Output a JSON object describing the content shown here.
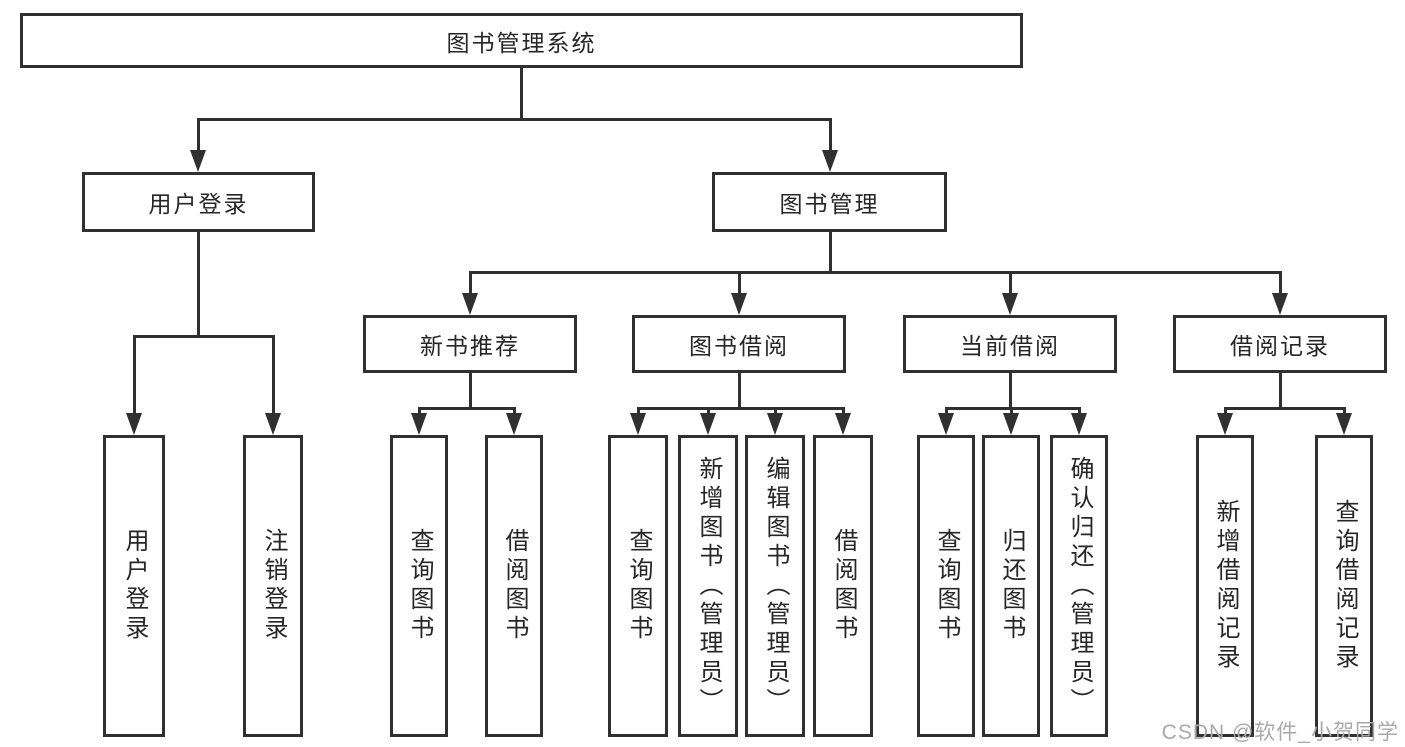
{
  "root": {
    "label": "图书管理系统"
  },
  "level2": [
    {
      "label": "用户登录"
    },
    {
      "label": "图书管理"
    }
  ],
  "level3": [
    {
      "label": "新书推荐"
    },
    {
      "label": "图书借阅"
    },
    {
      "label": "当前借阅"
    },
    {
      "label": "借阅记录"
    }
  ],
  "leaves": [
    {
      "label": "用户登录",
      "parent": "用户登录"
    },
    {
      "label": "注销登录",
      "parent": "用户登录"
    },
    {
      "label": "查询图书",
      "parent": "新书推荐"
    },
    {
      "label": "借阅图书",
      "parent": "新书推荐"
    },
    {
      "label": "查询图书",
      "parent": "图书借阅"
    },
    {
      "label": "新增图书（管理员）",
      "parent": "图书借阅"
    },
    {
      "label": "编辑图书（管理员）",
      "parent": "图书借阅"
    },
    {
      "label": "借阅图书",
      "parent": "图书借阅"
    },
    {
      "label": "查询图书",
      "parent": "当前借阅"
    },
    {
      "label": "归还图书",
      "parent": "当前借阅"
    },
    {
      "label": "确认归还（管理员）",
      "parent": "当前借阅"
    },
    {
      "label": "新增借阅记录",
      "parent": "借阅记录"
    },
    {
      "label": "查询借阅记录",
      "parent": "借阅记录"
    }
  ],
  "watermark": {
    "text": "CSDN @软件_小贺同学"
  },
  "colors": {
    "line": "#303030",
    "text": "#262626",
    "background": "#ffffff",
    "watermark": "#a9a9a9"
  }
}
